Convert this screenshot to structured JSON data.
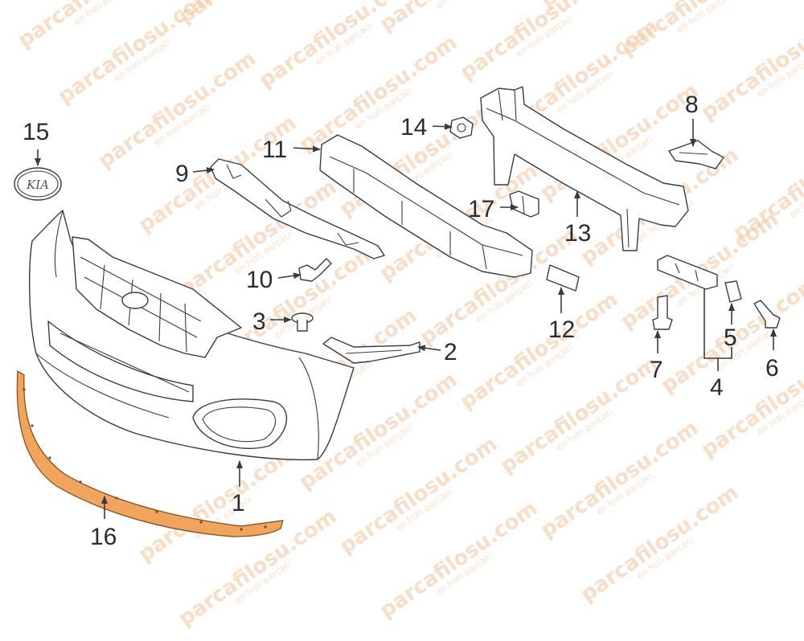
{
  "watermark": {
    "site": "parcafilosu.com",
    "tagline": "en hızlı parçacı"
  },
  "colors": {
    "highlight": "#f0a45c",
    "line": "#3a3a3a",
    "watermark": "#f4c49a"
  },
  "emblem_text": "KIA",
  "callouts": [
    {
      "id": "1",
      "label": "1"
    },
    {
      "id": "2",
      "label": "2"
    },
    {
      "id": "3",
      "label": "3"
    },
    {
      "id": "4",
      "label": "4"
    },
    {
      "id": "5",
      "label": "5"
    },
    {
      "id": "6",
      "label": "6"
    },
    {
      "id": "7",
      "label": "7"
    },
    {
      "id": "8",
      "label": "8"
    },
    {
      "id": "9",
      "label": "9"
    },
    {
      "id": "10",
      "label": "10"
    },
    {
      "id": "11",
      "label": "11"
    },
    {
      "id": "12",
      "label": "12"
    },
    {
      "id": "13",
      "label": "13"
    },
    {
      "id": "14",
      "label": "14"
    },
    {
      "id": "15",
      "label": "15"
    },
    {
      "id": "16",
      "label": "16"
    },
    {
      "id": "17",
      "label": "17"
    }
  ],
  "highlighted_part": "16"
}
